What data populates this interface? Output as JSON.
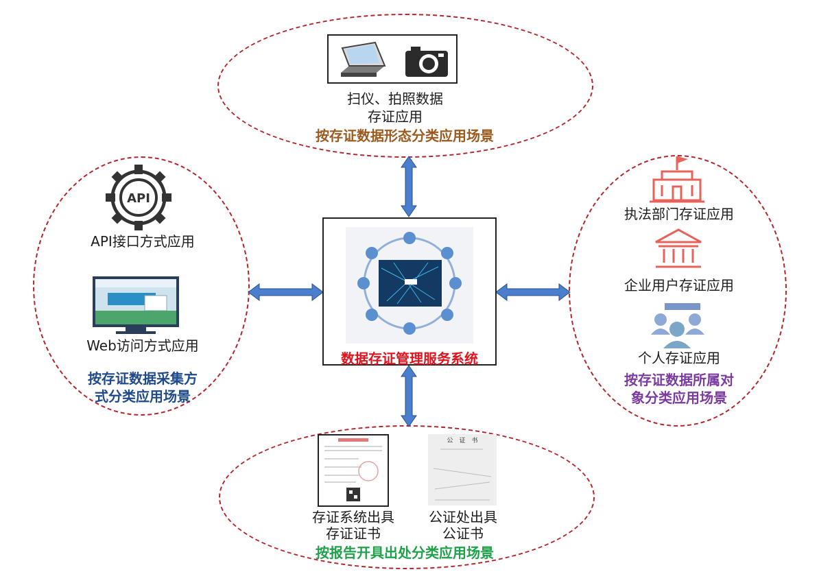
{
  "center": {
    "title": "数据存证管理服务系统"
  },
  "top": {
    "item_line1": "扫仪、拍照数据",
    "item_line2": "存证应用",
    "category": "按存证数据形态分类应用场景"
  },
  "left": {
    "api_icon_text": "API",
    "api_label": "API接口方式应用",
    "web_label": "Web访问方式应用",
    "category_line1": "按存证数据采集方",
    "category_line2": "式分类应用场景"
  },
  "right": {
    "law_label": "执法部门存证应用",
    "enterprise_label": "企业用户存证应用",
    "personal_label": "个人存证应用",
    "category_line1": "按存证数据所属对",
    "category_line2": "象分类应用场景"
  },
  "bottom": {
    "cert1_line1": "存证系统出具",
    "cert1_line2": "存证证书",
    "cert2_line1": "公证处出具",
    "cert2_line2": "公证书",
    "notary_doc_title": "公　证　书",
    "category": "按报告开具出处分类应用场景"
  },
  "colors": {
    "dashed_border": "#b3262b",
    "arrow_fill": "#4a7fd0",
    "center_title": "#e0141e",
    "top_category": "#9c5a1f",
    "left_category": "#1f4a8a",
    "right_category": "#7a3aa0",
    "bottom_category": "#1fa14a",
    "icon_red": "#e8625a"
  }
}
